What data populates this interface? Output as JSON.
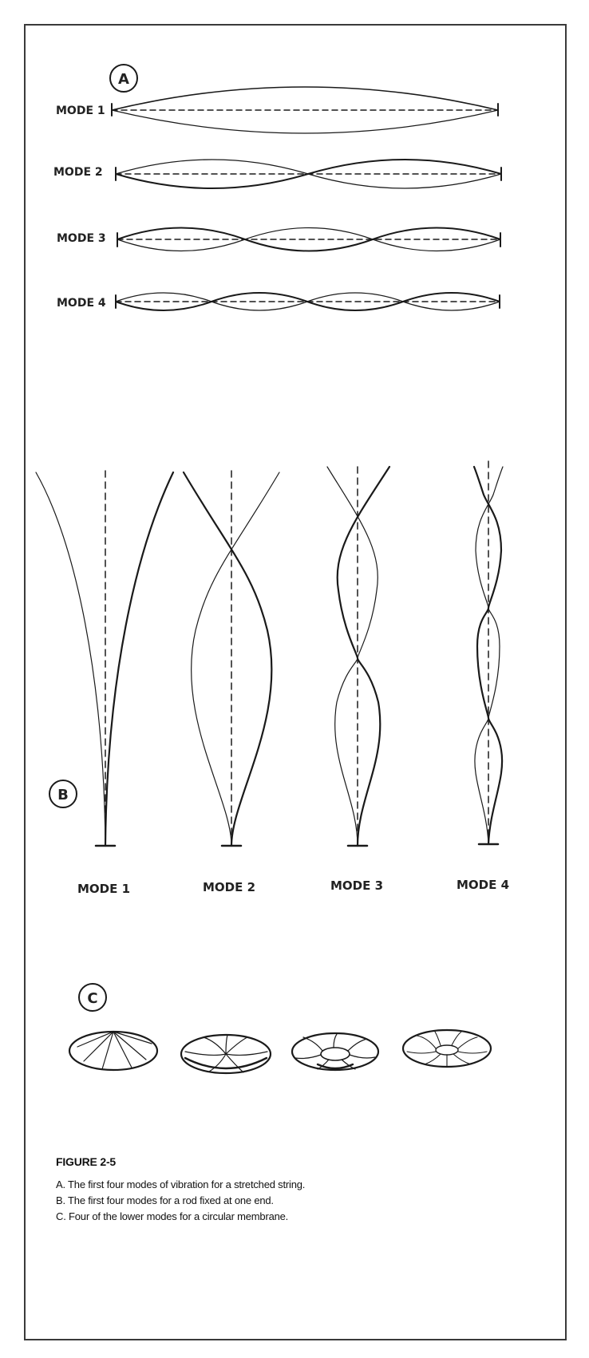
{
  "panels": {
    "a": {
      "marker": "A",
      "modes": [
        "MODE 1",
        "MODE 2",
        "MODE 3",
        "MODE 4"
      ]
    },
    "b": {
      "marker": "B",
      "modes": [
        "MODE 1",
        "MODE 2",
        "MODE 3",
        "MODE 4"
      ]
    },
    "c": {
      "marker": "C"
    }
  },
  "figure": {
    "title": "FIGURE 2-5",
    "captions": [
      "A. The first four modes of vibration for a stretched string.",
      "B. The first four modes for a rod fixed at one end.",
      "C. Four of the lower modes for a circular membrane."
    ]
  }
}
